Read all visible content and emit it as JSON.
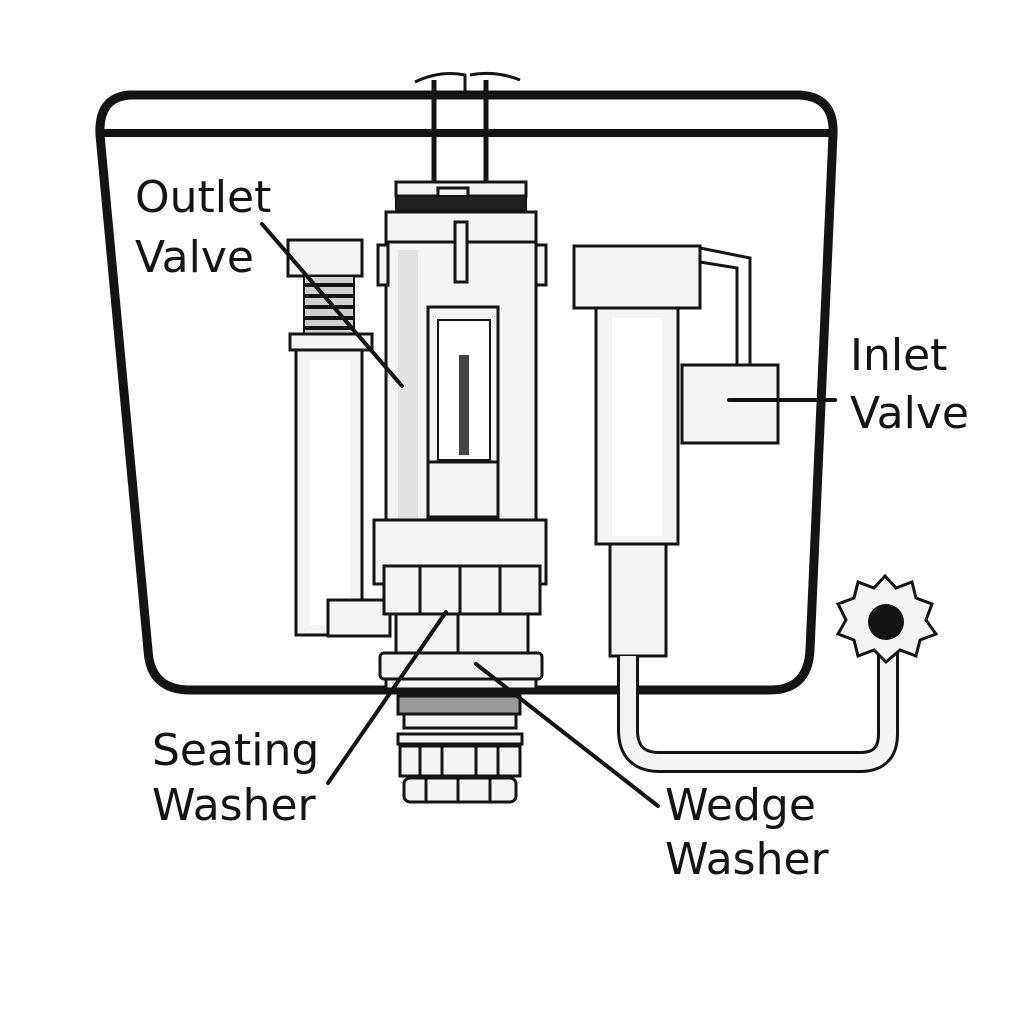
{
  "diagram": {
    "subject": "Toilet cistern cross-section",
    "labels": {
      "outlet_valve": [
        "Outlet",
        "Valve"
      ],
      "inlet_valve": [
        "Inlet",
        "Valve"
      ],
      "seating_washer": [
        "Seating",
        "Washer"
      ],
      "wedge_washer": [
        "Wedge",
        "Washer"
      ]
    },
    "colors": {
      "ink": "#141414",
      "part_fill": "#f4f4f4",
      "shade": "#d9d9d9",
      "background": "#ffffff"
    }
  }
}
